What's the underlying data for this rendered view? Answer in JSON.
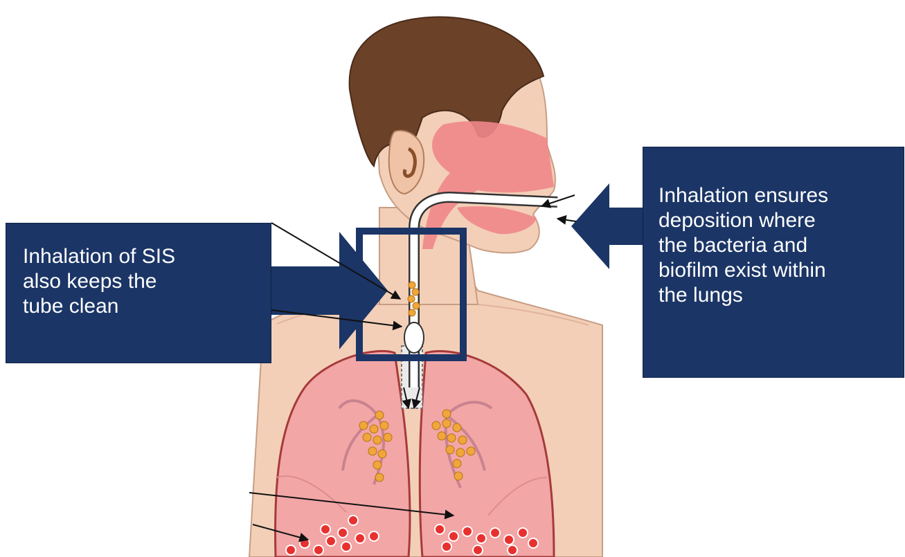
{
  "callouts": {
    "left": {
      "lines": [
        "Inhalation of SIS",
        "also keeps the",
        "tube clean"
      ]
    },
    "right": {
      "lines": [
        "Inhalation ensures",
        "deposition where",
        "the bacteria and",
        "biofilm exist within",
        "the lungs"
      ]
    }
  },
  "colors": {
    "callout_fill": "#1b3566",
    "skin": "#f4d3bd",
    "hair": "#6b4128",
    "airway": "#f0868a",
    "lung": "#f2a6a6",
    "bacteria": "#f0a63a",
    "blood_cell": "#e8312f"
  }
}
